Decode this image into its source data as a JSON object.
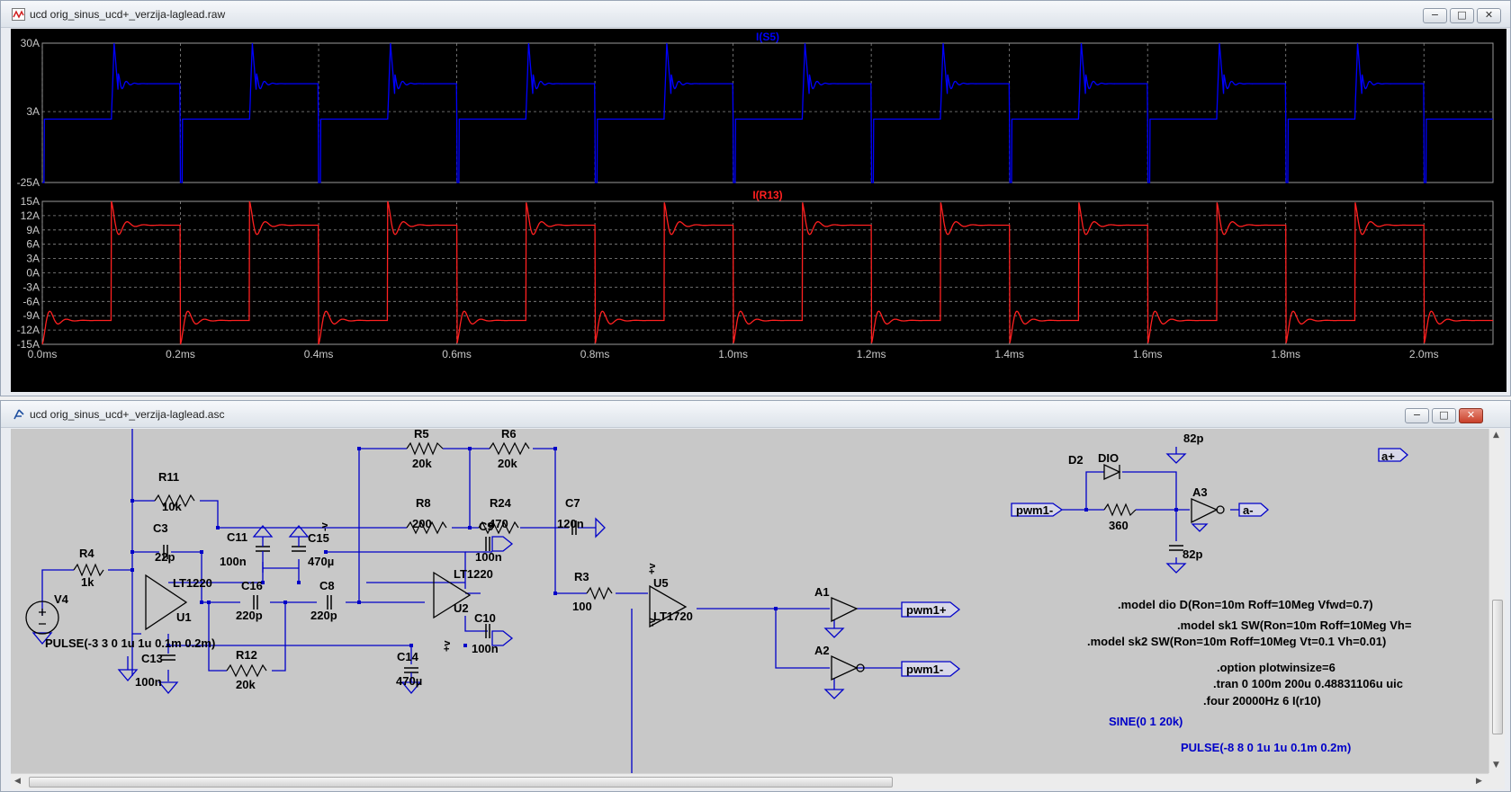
{
  "waveform_window": {
    "title": "ucd orig_sinus_ucd+_verzija-laglead.raw",
    "buttons": {
      "minimize": "−",
      "maximize": "□",
      "close": "✕"
    },
    "chart_data": [
      {
        "type": "line",
        "title": "I(S5)",
        "ylim": [
          -25,
          30
        ],
        "ytick_labels": [
          "30A",
          "3A",
          "-25A"
        ],
        "yticks": [
          30,
          3,
          -25
        ],
        "color": "#0000ff",
        "series": [
          {
            "name": "I(S5)",
            "period_ms": 0.2,
            "low": 0,
            "high": 14,
            "spike_max": 30,
            "spike_min": -25
          }
        ]
      },
      {
        "type": "line",
        "title": "I(R13)",
        "ylim": [
          -15,
          15
        ],
        "ytick_labels": [
          "15A",
          "12A",
          "9A",
          "6A",
          "3A",
          "0A",
          "-3A",
          "-6A",
          "-9A",
          "-12A",
          "-15A"
        ],
        "yticks": [
          15,
          12,
          9,
          6,
          3,
          0,
          -3,
          -6,
          -9,
          -12,
          -15
        ],
        "color": "#ff2020",
        "series": [
          {
            "name": "I(R13)",
            "period_ms": 0.2,
            "high": 10,
            "low": -10,
            "overshoot": 15
          }
        ]
      }
    ],
    "xaxis": {
      "xlim": [
        0,
        2.1
      ],
      "tick_labels": [
        "0.0ms",
        "0.2ms",
        "0.4ms",
        "0.6ms",
        "0.8ms",
        "1.0ms",
        "1.2ms",
        "1.4ms",
        "1.6ms",
        "1.8ms",
        "2.0ms"
      ],
      "ticks": [
        0.0,
        0.2,
        0.4,
        0.6,
        0.8,
        1.0,
        1.2,
        1.4,
        1.6,
        1.8,
        2.0
      ]
    }
  },
  "schematic_window": {
    "title": "ucd orig_sinus_ucd+_verzija-laglead.asc",
    "buttons": {
      "minimize": "−",
      "maximize": "□",
      "close": "✕"
    },
    "components": {
      "r5": "R5",
      "r5v": "20k",
      "r6": "R6",
      "r6v": "20k",
      "r11": "R11",
      "r11v": "10k",
      "r8": "R8",
      "r8v": "200",
      "r24": "R24",
      "r24v": "470",
      "c7": "C7",
      "c7v": "120n",
      "c3": "C3",
      "c3v": "22p",
      "c11": "C11",
      "c11v": "100n",
      "c15": "C15",
      "c15v": "470µ",
      "c9": "C9",
      "c9v": "100n",
      "r4": "R4",
      "r4v": "1k",
      "u1t": "LT1220",
      "u1": "U1",
      "c16": "C16",
      "c16v": "220p",
      "c8": "C8",
      "c8v": "220p",
      "u2t": "LT1220",
      "u2": "U2",
      "r3": "R3",
      "r3v": "100",
      "u5": "U5",
      "u5t": "LT1720",
      "v4": "V4",
      "v4src": "PULSE(-3 3 0 1u 1u 0.1m 0.2m)",
      "c13": "C13",
      "c13v": "100n",
      "r12": "R12",
      "r12v": "20k",
      "c14": "C14",
      "c14v": "470µ",
      "c10": "C10",
      "c10v": "100n",
      "a1": "A1",
      "a2": "A2",
      "pwm1p": "pwm1+",
      "pwm1m_out": "pwm1-",
      "cap82a": "82p",
      "d2": "D2",
      "dio": "DIO",
      "pwm1m_in": "pwm1-",
      "r360": "360",
      "a3": "A3",
      "aminus": "a-",
      "cap82b": "82p",
      "aplus": "a+",
      "vminus": "-v",
      "vplus": "+v"
    },
    "directives": {
      "model_dio": ".model dio D(Ron=10m Roff=10Meg Vfwd=0.7)",
      "model_sk1": ".model sk1 SW(Ron=10m Roff=10Meg Vh=",
      "model_sk2": ".model sk2 SW(Ron=10m Roff=10Meg Vt=0.1 Vh=0.01)",
      "option": ".option plotwinsize=6",
      "tran": ".tran 0 100m 200u 0.48831106u uic",
      "four": ".four 20000Hz 6  I(r10)",
      "sine": "SINE(0 1 20k)",
      "pulse": "PULSE(-8 8 0 1u 1u 0.1m 0.2m)"
    }
  }
}
